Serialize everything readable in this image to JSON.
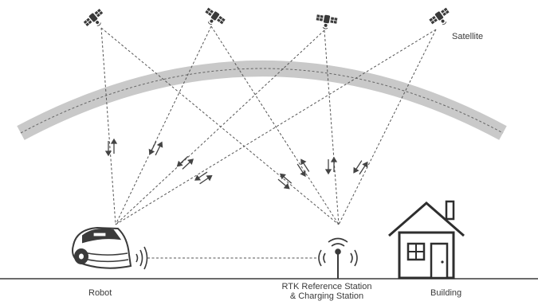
{
  "labels": {
    "satellite": "Satellite",
    "robot": "Robot",
    "building": "Building",
    "rtk_line1": "RTK Reference Station",
    "rtk_line2": "& Charging Station"
  },
  "colors": {
    "ink": "#3a3a3a",
    "atmosphere": "#c9c9c9",
    "line": "#555555"
  },
  "icons": [
    "satellite-icon",
    "robot-mower-icon",
    "antenna-icon",
    "house-icon",
    "signal-waves-icon"
  ]
}
